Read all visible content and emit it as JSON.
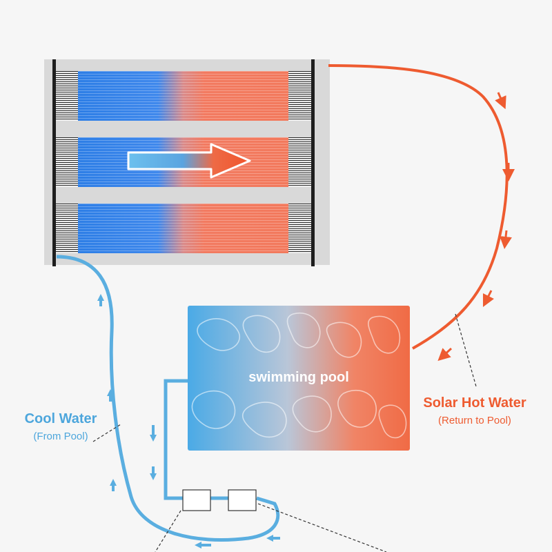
{
  "pool": {
    "label": "swimming pool"
  },
  "labels": {
    "cool_title": "Cool Water",
    "cool_sub": "(From Pool)",
    "hot_title": "Solar Hot Water",
    "hot_sub": "(Return to Pool)"
  },
  "colors": {
    "cool": "#5aaee0",
    "hot": "#ee5b30",
    "tube_blue": "#2f7fe6",
    "tube_red": "#f07a5e",
    "panel_frame": "#d9d9d9"
  }
}
